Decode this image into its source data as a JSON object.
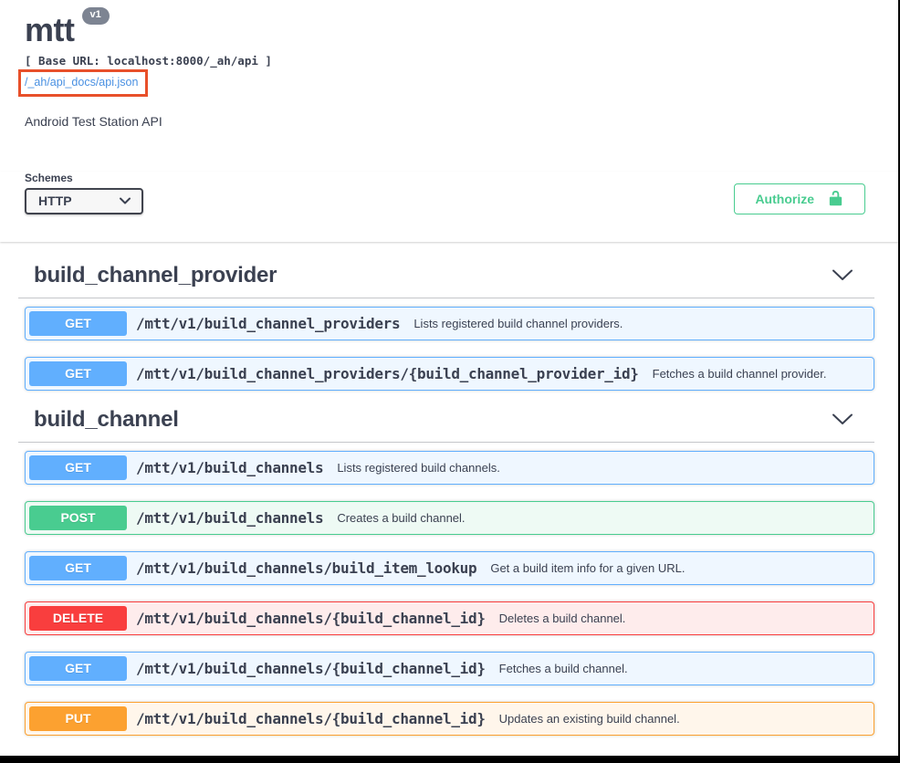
{
  "header": {
    "title": "mtt",
    "version_badge": "v1",
    "base_url_line": "[ Base URL: localhost:8000/_ah/api ]",
    "spec_link": "/_ah/api_docs/api.json",
    "description": "Android Test Station API"
  },
  "scheme": {
    "label": "Schemes",
    "selected": "HTTP",
    "authorize_label": "Authorize"
  },
  "colors": {
    "text": "#3b4151",
    "link_blue": "#4990e2",
    "annotation_orange": "#e8502a",
    "version_badge_gray": "#7d8492",
    "authorize_green": "#49cc90",
    "method_get": "#61affe",
    "method_post": "#49cc90",
    "method_delete": "#f93e3e",
    "method_put": "#fca130"
  },
  "sections": [
    {
      "title": "build_channel_provider",
      "operations": [
        {
          "method": "GET",
          "path": "/mtt/v1/build_channel_providers",
          "description": "Lists registered build channel providers."
        },
        {
          "method": "GET",
          "path": "/mtt/v1/build_channel_providers/{build_channel_provider_id}",
          "description": "Fetches a build channel provider."
        }
      ]
    },
    {
      "title": "build_channel",
      "operations": [
        {
          "method": "GET",
          "path": "/mtt/v1/build_channels",
          "description": "Lists registered build channels."
        },
        {
          "method": "POST",
          "path": "/mtt/v1/build_channels",
          "description": "Creates a build channel."
        },
        {
          "method": "GET",
          "path": "/mtt/v1/build_channels/build_item_lookup",
          "description": "Get a build item info for a given URL."
        },
        {
          "method": "DELETE",
          "path": "/mtt/v1/build_channels/{build_channel_id}",
          "description": "Deletes a build channel."
        },
        {
          "method": "GET",
          "path": "/mtt/v1/build_channels/{build_channel_id}",
          "description": "Fetches a build channel."
        },
        {
          "method": "PUT",
          "path": "/mtt/v1/build_channels/{build_channel_id}",
          "description": "Updates an existing build channel."
        }
      ]
    }
  ]
}
